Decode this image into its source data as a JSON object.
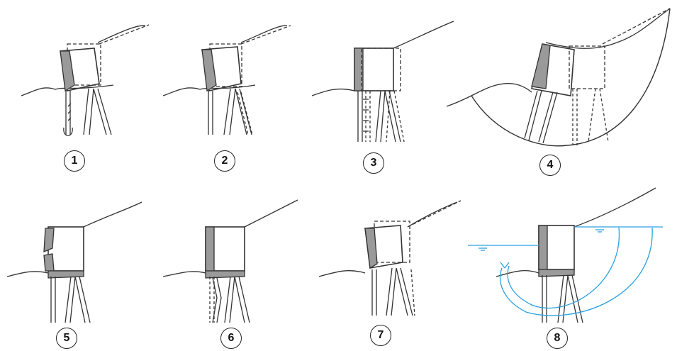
{
  "panels": [
    {
      "number": "1"
    },
    {
      "number": "2"
    },
    {
      "number": "3"
    },
    {
      "number": "4"
    },
    {
      "number": "5"
    },
    {
      "number": "6"
    },
    {
      "number": "7"
    },
    {
      "number": "8"
    }
  ],
  "colors": {
    "line": "#333333",
    "wall_fill": "#9a9a9a",
    "water": "#2aa0e0",
    "background": "#ffffff"
  }
}
